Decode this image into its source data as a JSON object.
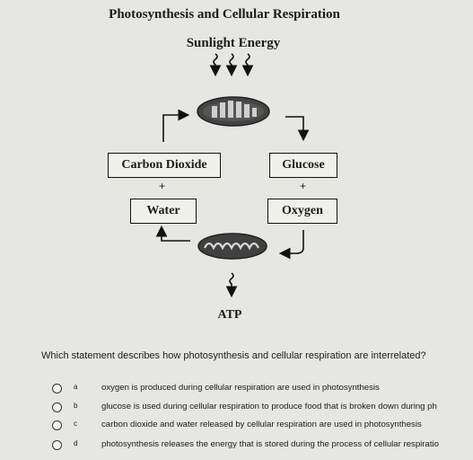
{
  "diagram": {
    "title": "Photosynthesis and Cellular Respiration",
    "sunlight_label": "Sunlight Energy",
    "left_top_box": "Carbon Dioxide",
    "left_bottom_box": "Water",
    "right_top_box": "Glucose",
    "right_bottom_box": "Oxygen",
    "plus_sign": "+",
    "output_label": "ATP"
  },
  "question": {
    "prompt": "Which statement describes how photosynthesis and cellular respiration are interrelated?",
    "options": [
      {
        "letter": "a",
        "text": "oxygen is produced during cellular respiration are used in photosynthesis"
      },
      {
        "letter": "b",
        "text": "glucose is used during cellular respiration to produce food that is broken down during ph"
      },
      {
        "letter": "c",
        "text": "carbon dioxide and water released by cellular respiration are used in photosynthesis"
      },
      {
        "letter": "d",
        "text": "photosynthesis releases the energy that is stored during the process of cellular respiratio"
      }
    ]
  },
  "colors": {
    "background": "#e6e7e3",
    "organelle_dark": "#3a3a3a",
    "box_fill": "#f1f1ec"
  }
}
